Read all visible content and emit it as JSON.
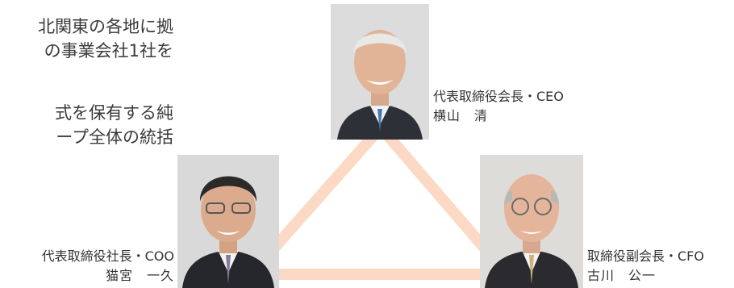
{
  "intro": {
    "lines": [
      "北関東の各地に拠",
      "の事業会社1社を",
      "式を保有する純",
      "ープ全体の統括"
    ]
  },
  "colors": {
    "connector": "#fcd9c4",
    "photo_background": "#d8d8d8"
  },
  "executives": [
    {
      "role": "代表取締役会長・CEO",
      "name": "横山　清",
      "photo_icon": "portrait-photo"
    },
    {
      "role": "代表取締役社長・COO",
      "name": "猫宮　一久",
      "photo_icon": "portrait-photo"
    },
    {
      "role": "取締役副会長・CFO",
      "name": "古川　公一",
      "photo_icon": "portrait-photo"
    }
  ]
}
